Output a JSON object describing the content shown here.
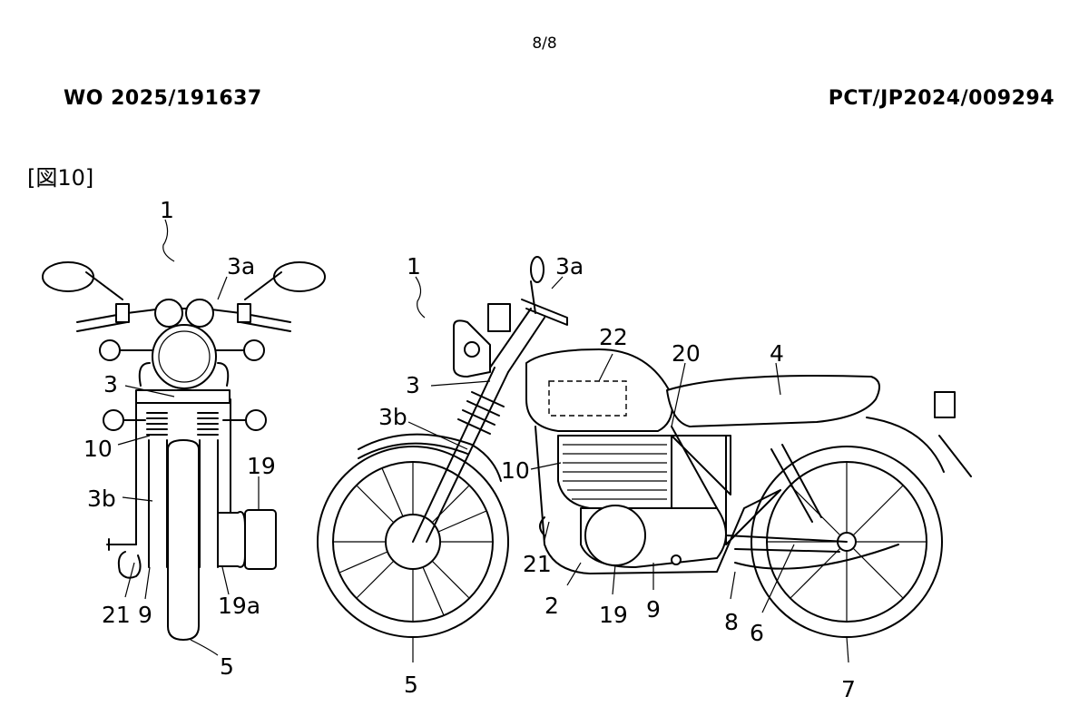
{
  "header": {
    "page_number": "8/8",
    "publication_number": "WO 2025/191637",
    "application_number": "PCT/JP2024/009294"
  },
  "figure": {
    "caption_open": "[",
    "caption_text": "図10",
    "caption_close": "]"
  },
  "front_view": {
    "labels": {
      "l1": "1",
      "l3a": "3a",
      "l3": "3",
      "l10": "10",
      "l3b": "3b",
      "l19": "19",
      "l21": "21",
      "l9": "9",
      "l19a": "19a",
      "l5": "5"
    }
  },
  "side_view": {
    "labels": {
      "l1": "1",
      "l3a": "3a",
      "l22": "22",
      "l20": "20",
      "l4": "4",
      "l3": "3",
      "l3b": "3b",
      "l10": "10",
      "l21": "21",
      "l2": "2",
      "l19": "19",
      "l9": "9",
      "l8": "8",
      "l6": "6",
      "l5": "5",
      "l7": "7"
    }
  }
}
